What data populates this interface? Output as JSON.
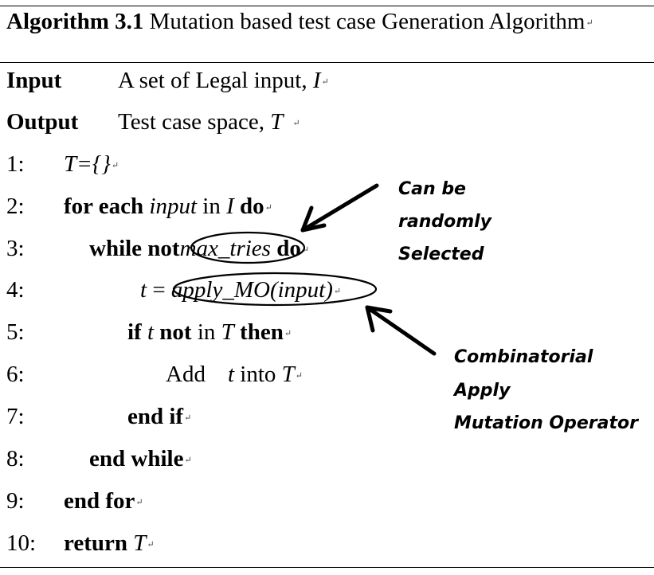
{
  "header": {
    "label": "Algorithm 3.1",
    "title": "Mutation based test case Generation Algorithm"
  },
  "io": {
    "input_label": "Input",
    "input_text": "A set of Legal input, ",
    "input_var": "I",
    "output_label": "Output",
    "output_text": "Test case space, ",
    "output_var": "T"
  },
  "lines": {
    "l1": {
      "num": "1:",
      "code": "T={}"
    },
    "l2": {
      "num": "2:",
      "kw1": "for each",
      "var": "input",
      "mid": " in ",
      "var2": "I",
      "kw2": " do"
    },
    "l3": {
      "num": "3:",
      "kw1": "while not",
      "var": "max_tries",
      "kw2": " do"
    },
    "l4": {
      "num": "4:",
      "lhs": "t",
      "eq": " = ",
      "call": "apply_MO(input)"
    },
    "l5": {
      "num": "5:",
      "kw1": "if",
      "v1": " t ",
      "kw2": "not",
      "mid": " in ",
      "v2": "T",
      "kw3": " then"
    },
    "l6": {
      "num": "6:",
      "word": "Add",
      "v1": "t",
      "mid": " into ",
      "v2": "T"
    },
    "l7": {
      "num": "7:",
      "kw": "end if"
    },
    "l8": {
      "num": "8:",
      "kw": "end while"
    },
    "l9": {
      "num": "9:",
      "kw": "end for"
    },
    "l10": {
      "num": "10:",
      "kw": "return",
      "var": " T"
    }
  },
  "annotations": {
    "a1": [
      "Can be",
      "randomly",
      "Selected"
    ],
    "a2": [
      "Combinatorial",
      "Apply",
      "Mutation Operator"
    ]
  },
  "paragraph_mark": "↵"
}
